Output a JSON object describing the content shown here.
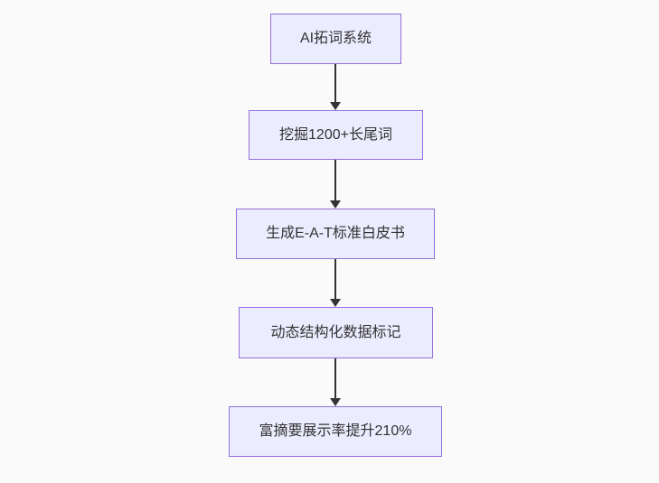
{
  "flowchart": {
    "direction": "top-down",
    "nodes": [
      {
        "label": "AI拓词系统"
      },
      {
        "label": "挖掘1200+长尾词"
      },
      {
        "label": "生成E-A-T标准白皮书"
      },
      {
        "label": "动态结构化数据标记"
      },
      {
        "label": "富摘要展示率提升210%"
      }
    ],
    "edges": [
      {
        "from": 0,
        "to": 1
      },
      {
        "from": 1,
        "to": 2
      },
      {
        "from": 2,
        "to": 3
      },
      {
        "from": 3,
        "to": 4
      }
    ]
  },
  "theme": {
    "background": "#fafafa",
    "node_fill": "#ececff",
    "node_border": "#9370db",
    "text_color": "#333333",
    "arrow_color": "#333333"
  }
}
